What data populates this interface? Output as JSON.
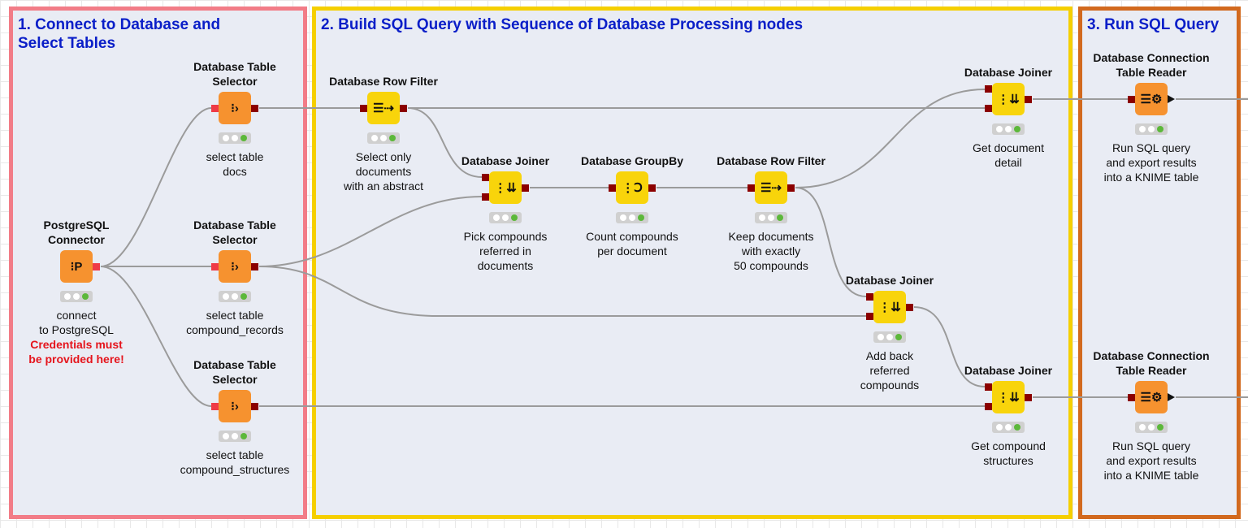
{
  "annotations": [
    {
      "id": "anno1",
      "title": "1. Connect to Database and\n    Select Tables",
      "border_color": "#f27c87"
    },
    {
      "id": "anno2",
      "title": "2. Build SQL Query with Sequence of Database Processing nodes",
      "border_color": "#f5cf00"
    },
    {
      "id": "anno3",
      "title": "3. Run SQL Query",
      "border_color": "#d2691e"
    }
  ],
  "colors": {
    "title": "#0a1ec8",
    "wire": "#9b9b9b",
    "warning": "#e5141c",
    "status_ok": "#5cb83a",
    "node_source": "#f6922f",
    "node_db": "#f8d40b",
    "port_db": "#8b0000",
    "port_conn": "#ef3b47"
  },
  "nodes": {
    "postgres": {
      "title": "PostgreSQL\nConnector",
      "description": "connect\nto PostgreSQL",
      "warning": "Credentials must\nbe provided here!",
      "icon": "database-connector-icon",
      "status": "executed"
    },
    "sel1": {
      "title": "Database Table\nSelector",
      "description": "select table\ndocs",
      "icon": "table-selector-icon",
      "status": "executed"
    },
    "sel2": {
      "title": "Database Table\nSelector",
      "description": "select table\ncompound_records",
      "icon": "table-selector-icon",
      "status": "executed"
    },
    "sel3": {
      "title": "Database Table\nSelector",
      "description": "select table\ncompound_structures",
      "icon": "table-selector-icon",
      "status": "executed"
    },
    "filter1": {
      "title": "Database Row Filter",
      "description": "Select only\ndocuments\nwith an abstract",
      "icon": "row-filter-icon",
      "status": "executed"
    },
    "join1": {
      "title": "Database Joiner",
      "description": "Pick compounds\nreferred in\ndocuments",
      "icon": "joiner-icon",
      "status": "executed"
    },
    "groupby": {
      "title": "Database GroupBy",
      "description": "Count compounds\nper document",
      "icon": "groupby-icon",
      "status": "executed"
    },
    "filter2": {
      "title": "Database Row Filter",
      "description": "Keep documents\nwith exactly\n50 compounds",
      "icon": "row-filter-icon",
      "status": "executed"
    },
    "join2": {
      "title": "Database Joiner",
      "description": "Add back\nreferred\ncompounds",
      "icon": "joiner-icon",
      "status": "executed"
    },
    "join3": {
      "title": "Database Joiner",
      "description": "Get document\ndetail",
      "icon": "joiner-icon",
      "status": "executed"
    },
    "join4": {
      "title": "Database Joiner",
      "description": "Get compound\nstructures",
      "icon": "joiner-icon",
      "status": "executed"
    },
    "reader1": {
      "title": "Database Connection\nTable Reader",
      "description": "Run SQL query\nand export results\ninto a KNIME table",
      "icon": "table-reader-icon",
      "status": "executed"
    },
    "reader2": {
      "title": "Database Connection\nTable Reader",
      "description": "Run SQL query\nand export results\ninto a KNIME table",
      "icon": "table-reader-icon",
      "status": "executed"
    }
  },
  "icon_glyphs": {
    "postgres": "⁝P",
    "sel1": "⁝›",
    "sel2": "⁝›",
    "sel3": "⁝›",
    "filter1": "☰⇢",
    "filter2": "☰⇢",
    "join1": "⋮⇊",
    "join2": "⋮⇊",
    "join3": "⋮⇊",
    "join4": "⋮⇊",
    "groupby": "⋮Ↄ",
    "reader1": "☰⚙",
    "reader2": "☰⚙"
  }
}
